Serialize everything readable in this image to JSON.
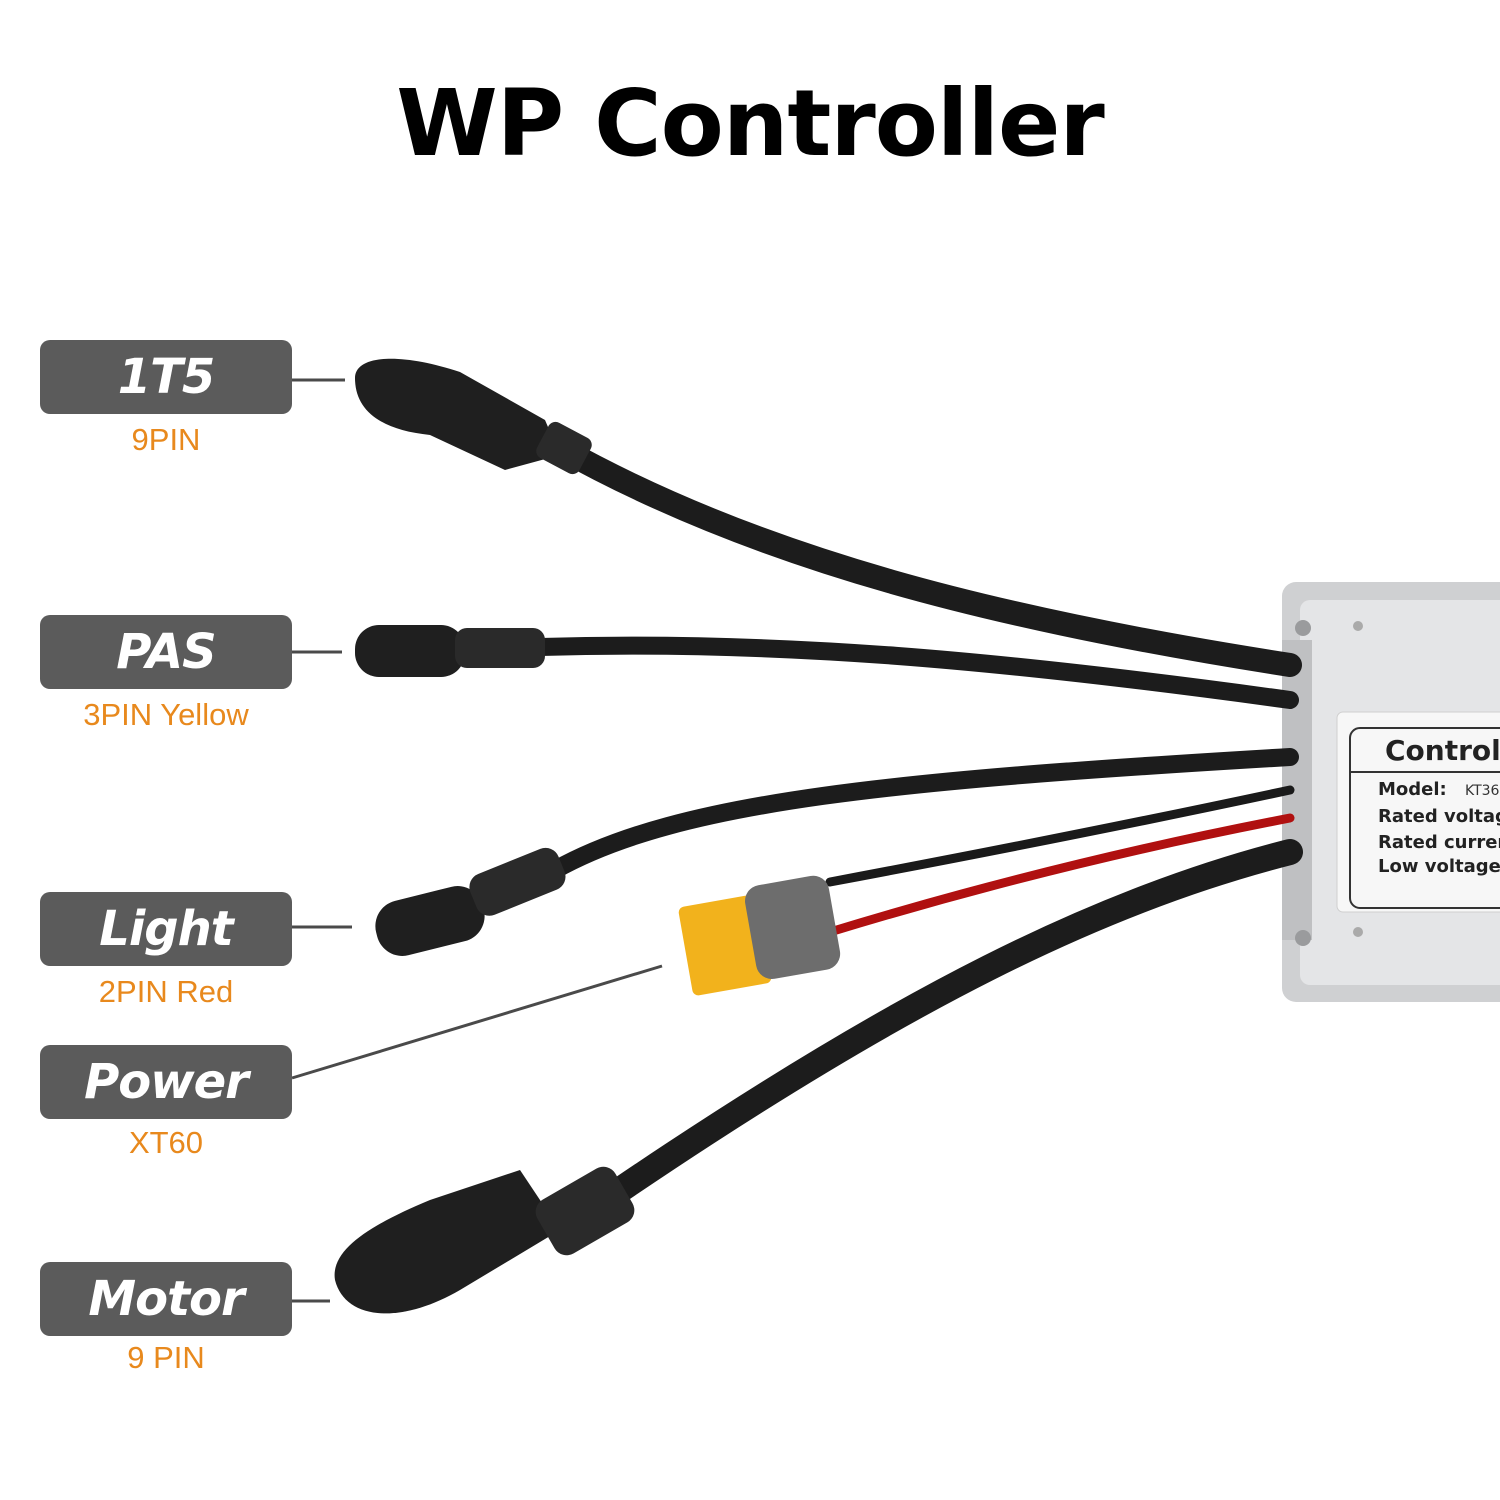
{
  "title": "WP Controller",
  "labels": [
    {
      "name": "1T5",
      "sub": "9PIN"
    },
    {
      "name": "PAS",
      "sub": "3PIN Yellow"
    },
    {
      "name": "Light",
      "sub": "2PIN Red"
    },
    {
      "name": "Power",
      "sub": "XT60"
    },
    {
      "name": "Motor",
      "sub": "9 PIN"
    }
  ],
  "controller_label": {
    "heading": "Control",
    "model_key": "Model:",
    "model_value": "KT36",
    "line1": "Rated voltag",
    "line2": "Rated curren",
    "line3": "Low voltage"
  },
  "colors": {
    "label_bg": "#5b5b5b",
    "sub_text": "#e8891d",
    "cable": "#1c1c1c",
    "xt60": "#f2b21c",
    "housing": "#d9dadc",
    "red_wire": "#b01010"
  }
}
